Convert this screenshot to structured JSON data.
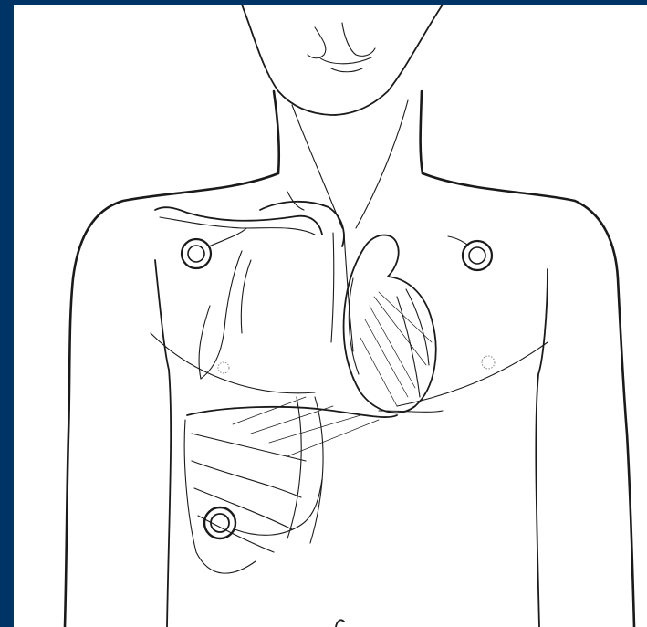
{
  "slide": {
    "background_color": "#003366",
    "canvas_color": "#ffffff"
  },
  "illustration": {
    "subject": "torso-line-drawing",
    "electrodes": [
      {
        "name": "electrode-right-shoulder"
      },
      {
        "name": "electrode-left-shoulder"
      },
      {
        "name": "electrode-lower-right-ribs"
      }
    ]
  }
}
